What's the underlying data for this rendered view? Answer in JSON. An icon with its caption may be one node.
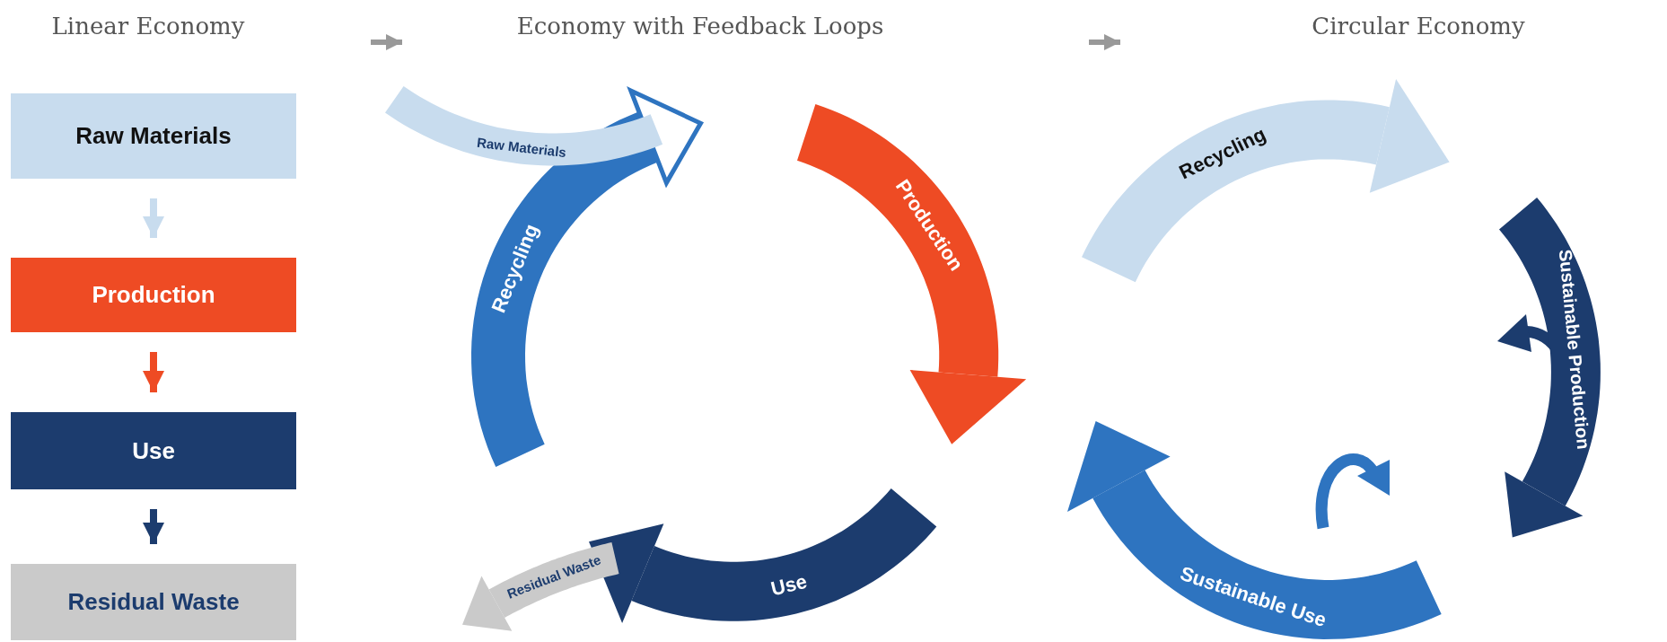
{
  "diagram": {
    "nodes": [
      {
        "text": [
          "Raw Materials"
        ]
      },
      {
        "text": [
          "Production"
        ]
      },
      {
        "text": [
          "Use"
        ]
      },
      {
        "text": [
          "Residual Waste"
        ]
      },
      {
        "text": [
          "Raw Materials"
        ]
      },
      {
        "text": [
          "Production"
        ]
      },
      {
        "text": [
          "Use"
        ]
      },
      {
        "text": [
          "Residual Waste"
        ]
      },
      {
        "text": [
          "Recycling"
        ]
      },
      {
        "text": [
          "Recycling"
        ]
      },
      {
        "text": [
          "Sustainable Production"
        ]
      },
      {
        "text": [
          "Sustainable Use"
        ]
      }
    ],
    "edges": [
      {
        "from": 0,
        "to": 1,
        "arrow": "to",
        "color": "#c8dcee"
      },
      {
        "from": 1,
        "to": 2,
        "arrow": "to",
        "color": "#ee4b24"
      },
      {
        "from": 2,
        "to": 3,
        "arrow": "to",
        "color": "#1c3c6e"
      }
    ],
    "labels": [
      "Linear Economy",
      "Economy with Feedback Loops",
      "Circular Economy"
    ]
  }
}
